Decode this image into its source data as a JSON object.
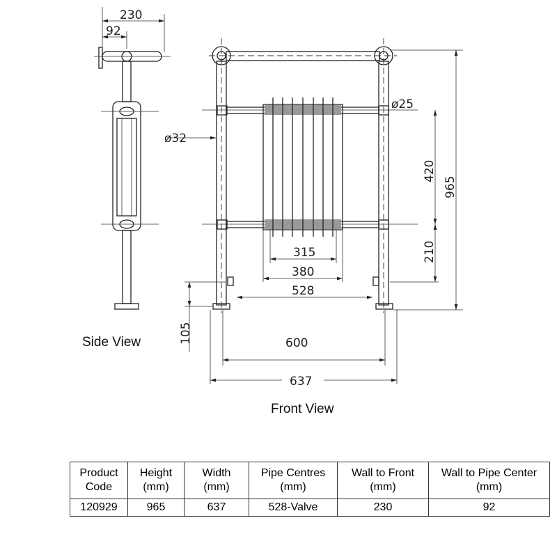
{
  "drawing": {
    "side_view_label": "Side View",
    "front_view_label": "Front View",
    "dimensions": {
      "wall_to_front": "230",
      "wall_to_pipe": "92",
      "pipe_diameter_main": "ø32",
      "pipe_diameter_rail": "ø25",
      "rail_spacing": "420",
      "lower_rail_height": "210",
      "overall_height": "965",
      "rad_inner": "315",
      "rad_outer": "380",
      "pipe_centres": "528",
      "valve_height": "105",
      "foot_centres": "600",
      "overall_width": "637"
    }
  },
  "table": {
    "headers": [
      [
        "Product",
        "Code"
      ],
      [
        "Height",
        "(mm)"
      ],
      [
        "Width",
        "(mm)"
      ],
      [
        "Pipe Centres",
        "(mm)"
      ],
      [
        "Wall to Front",
        "(mm)"
      ],
      [
        "Wall to Pipe Center",
        "(mm)"
      ]
    ],
    "row": [
      "120929",
      "965",
      "637",
      "528-Valve",
      "230",
      "92"
    ]
  }
}
